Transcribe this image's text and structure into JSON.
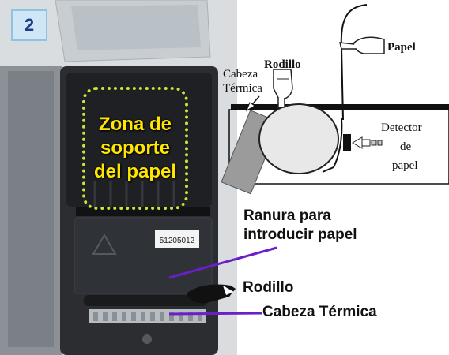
{
  "step_badge": "2",
  "photo": {
    "zone_label": [
      "Zona de",
      "soporte",
      "del papel"
    ],
    "serial_label": "51205012"
  },
  "callouts": {
    "ranura_line1": "Ranura para",
    "ranura_line2": "introducir papel",
    "rodillo": "Rodillo",
    "cabeza": "Cabeza Térmica"
  },
  "diagram": {
    "papel": "Papel",
    "rodillo": "Rodillo",
    "cabeza_line1": "Cabeza",
    "cabeza_line2": "Térmica",
    "detector_line1": "Detector",
    "detector_line2": "de",
    "detector_line3": "papel"
  },
  "colors": {
    "callout_line": "#6a1fc8",
    "zone_border": "#c6e63a",
    "zone_text": "#ffe600",
    "badge_bg": "#cfe7f5"
  }
}
